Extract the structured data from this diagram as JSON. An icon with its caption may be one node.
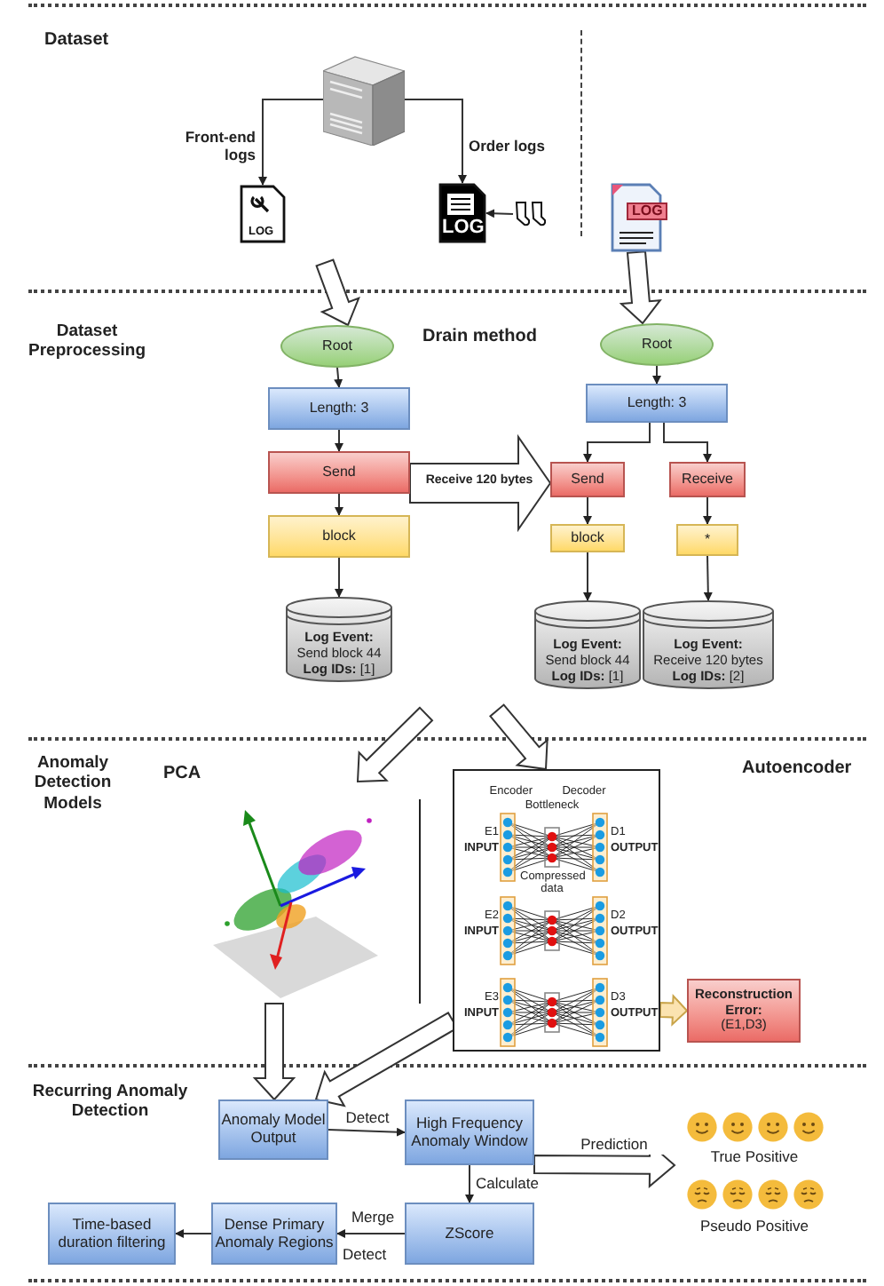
{
  "diagram": {
    "nodes": [
      {
        "text": [],
        "shape": "picture"
      },
      {
        "text": [
          "LOG"
        ]
      },
      {
        "text": [
          "LOG"
        ]
      },
      {
        "text": [],
        "shape": "picture"
      },
      {
        "text": [
          "LOG"
        ]
      },
      {
        "text": [
          "Root"
        ]
      },
      {
        "text": [
          "Length: 3"
        ]
      },
      {
        "text": [
          "Send"
        ]
      },
      {
        "text": [
          "block"
        ]
      },
      {
        "text": [
          "Log Event:",
          "Send block 44",
          "**Log IDs:** [1]"
        ]
      },
      {
        "text": [
          "Root"
        ]
      },
      {
        "text": [
          "Length: 3"
        ]
      },
      {
        "text": [
          "Send"
        ]
      },
      {
        "text": [
          "Receive"
        ]
      },
      {
        "text": [
          "block"
        ]
      },
      {
        "text": [
          "*"
        ]
      },
      {
        "text": [
          "Log Event:",
          "Send block 44",
          "**Log IDs:** [1]"
        ]
      },
      {
        "text": [
          "Log Event:",
          "Receive 120 bytes",
          "**Log IDs:** [2]"
        ]
      },
      {
        "text": [],
        "shape": "picture"
      },
      {
        "text": [
          "Encoder",
          "Decoder",
          "Bottleneck",
          "E1",
          "INPUT",
          "D1",
          "OUTPUT",
          "Compressed data",
          "E2",
          "INPUT",
          "D2",
          "OUTPUT",
          "E3",
          "INPUT",
          "D3",
          "OUTPUT"
        ]
      },
      {
        "text": [
          "Reconstruction Error:",
          "(E1,D3)"
        ]
      },
      {
        "text": [
          "Anomaly Model Output"
        ]
      },
      {
        "text": [
          "High Frequency Anomaly Window"
        ]
      },
      {
        "text": [
          "ZScore"
        ]
      },
      {
        "text": [
          "Dense Primary Anomaly Regions"
        ]
      },
      {
        "text": [
          "Time-based duration filtering"
        ]
      },
      {
        "text": [
          "True Positive",
          "Pseudo Positive"
        ]
      }
    ],
    "edges": [
      {
        "from": 0,
        "to": 1,
        "arrow": "to",
        "label": "Front-end logs"
      },
      {
        "from": 0,
        "to": 2,
        "arrow": "to",
        "label": "Order logs"
      },
      {
        "from": 3,
        "to": 2,
        "arrow": "to"
      },
      {
        "from": null,
        "to": 5,
        "arrow": "to",
        "style": "thick"
      },
      {
        "from": 4,
        "to": 10,
        "arrow": "to",
        "style": "thick"
      },
      {
        "from": 5,
        "to": 6,
        "arrow": "to"
      },
      {
        "from": 6,
        "to": 7,
        "arrow": "to"
      },
      {
        "from": 7,
        "to": 8,
        "arrow": "to"
      },
      {
        "from": 8,
        "to": 9,
        "arrow": "to"
      },
      {
        "from": 7,
        "to": 12,
        "arrow": "to",
        "style": "thick",
        "label": "Receive 120 bytes"
      },
      {
        "from": 10,
        "to": 11,
        "arrow": "to"
      },
      {
        "from": 11,
        "to": 12,
        "arrow": "to"
      },
      {
        "from": 11,
        "to": 13,
        "arrow": "to"
      },
      {
        "from": 12,
        "to": 14,
        "arrow": "to"
      },
      {
        "from": 13,
        "to": 15,
        "arrow": "to"
      },
      {
        "from": 14,
        "to": 16,
        "arrow": "to"
      },
      {
        "from": 15,
        "to": 17,
        "arrow": "to"
      },
      {
        "from": null,
        "to": 18,
        "arrow": "to",
        "style": "thick"
      },
      {
        "from": null,
        "to": 19,
        "arrow": "to",
        "style": "thick"
      },
      {
        "from": 19,
        "to": 20,
        "arrow": "to",
        "style": "thick",
        "color": "#fbe3b0"
      },
      {
        "from": 18,
        "to": 21,
        "arrow": "to",
        "style": "thick"
      },
      {
        "from": 19,
        "to": 21,
        "arrow": "to",
        "style": "thick"
      },
      {
        "from": 21,
        "to": 22,
        "arrow": "to",
        "label": "Detect"
      },
      {
        "from": 22,
        "to": 23,
        "arrow": "to",
        "label": "Calculate"
      },
      {
        "from": 23,
        "to": 24,
        "arrow": "to",
        "label": "Merge"
      },
      {
        "from": 24,
        "to": 25,
        "arrow": "to"
      },
      {
        "from": 22,
        "to": 26,
        "arrow": "to",
        "style": "thick",
        "label": "Prediction"
      }
    ],
    "labels": [
      "Dataset",
      "Dataset Preprocessing",
      "Drain method",
      "Anomaly Detection Models",
      "PCA",
      "Autoencoder",
      "Recurring Anomaly Detection",
      "Detect"
    ]
  }
}
